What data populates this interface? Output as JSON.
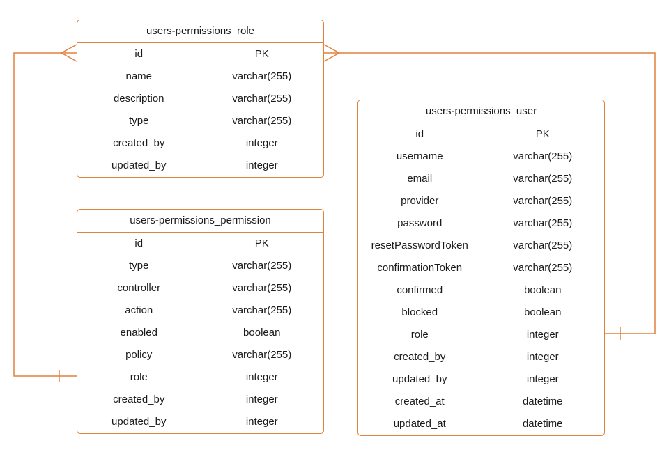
{
  "diagram": {
    "accent_color": "#e0823d",
    "tables": [
      {
        "name": "users-permissions_role",
        "rows": [
          {
            "field": "id",
            "type": "PK"
          },
          {
            "field": "name",
            "type": "varchar(255)"
          },
          {
            "field": "description",
            "type": "varchar(255)"
          },
          {
            "field": "type",
            "type": "varchar(255)"
          },
          {
            "field": "created_by",
            "type": "integer"
          },
          {
            "field": "updated_by",
            "type": "integer"
          }
        ]
      },
      {
        "name": "users-permissions_permission",
        "rows": [
          {
            "field": "id",
            "type": "PK"
          },
          {
            "field": "type",
            "type": "varchar(255)"
          },
          {
            "field": "controller",
            "type": "varchar(255)"
          },
          {
            "field": "action",
            "type": "varchar(255)"
          },
          {
            "field": "enabled",
            "type": "boolean"
          },
          {
            "field": "policy",
            "type": "varchar(255)"
          },
          {
            "field": "role",
            "type": "integer"
          },
          {
            "field": "created_by",
            "type": "integer"
          },
          {
            "field": "updated_by",
            "type": "integer"
          }
        ]
      },
      {
        "name": "users-permissions_user",
        "rows": [
          {
            "field": "id",
            "type": "PK"
          },
          {
            "field": "username",
            "type": "varchar(255)"
          },
          {
            "field": "email",
            "type": "varchar(255)"
          },
          {
            "field": "provider",
            "type": "varchar(255)"
          },
          {
            "field": "password",
            "type": "varchar(255)"
          },
          {
            "field": "resetPasswordToken",
            "type": "varchar(255)"
          },
          {
            "field": "confirmationToken",
            "type": "varchar(255)"
          },
          {
            "field": "confirmed",
            "type": "boolean"
          },
          {
            "field": "blocked",
            "type": "boolean"
          },
          {
            "field": "role",
            "type": "integer"
          },
          {
            "field": "created_by",
            "type": "integer"
          },
          {
            "field": "updated_by",
            "type": "integer"
          },
          {
            "field": "created_at",
            "type": "datetime"
          },
          {
            "field": "updated_at",
            "type": "datetime"
          }
        ]
      }
    ],
    "relations": [
      {
        "from": "users-permissions_role.id",
        "to": "users-permissions_permission.role",
        "from_cardinality": "many",
        "to_cardinality": "one"
      },
      {
        "from": "users-permissions_role.id",
        "to": "users-permissions_user.role",
        "from_cardinality": "many",
        "to_cardinality": "one"
      }
    ]
  }
}
